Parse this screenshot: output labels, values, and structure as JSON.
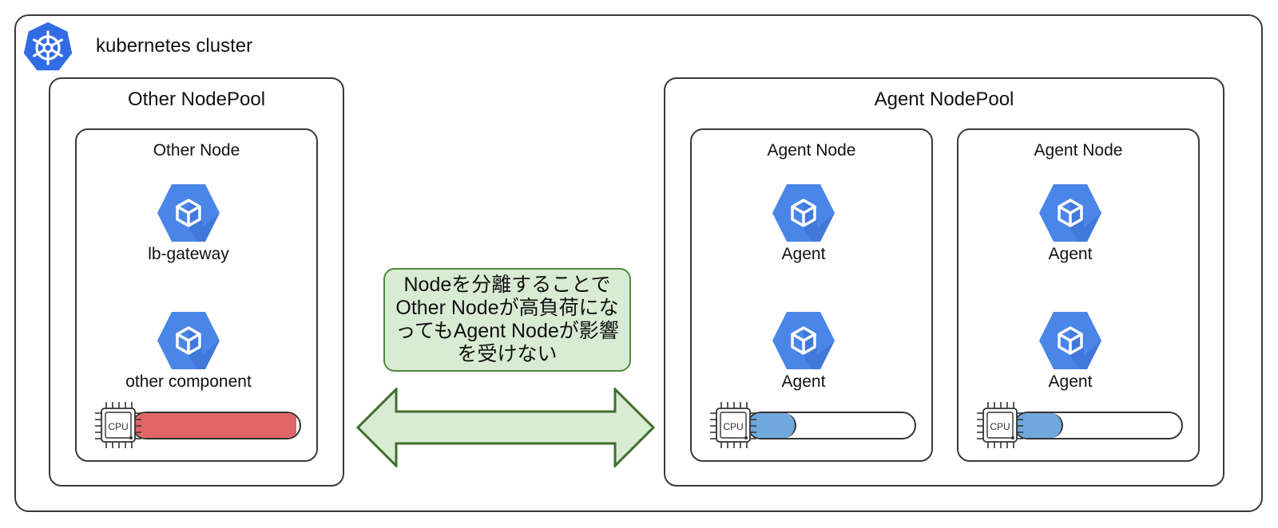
{
  "cluster": {
    "title": "kubernetes cluster",
    "logo_icon": "kubernetes-helm-icon",
    "logo_color": "#326ce5"
  },
  "other_pool": {
    "title": "Other NodePool",
    "node": {
      "title": "Other Node",
      "components": [
        {
          "label": "lb-gateway",
          "icon": "pod-hexagon-icon"
        },
        {
          "label": "other component",
          "icon": "pod-hexagon-icon"
        }
      ],
      "cpu": {
        "icon_label": "CPU",
        "load_fraction": 0.98,
        "color": "#e06666"
      }
    }
  },
  "agent_pool": {
    "title": "Agent NodePool",
    "nodes": [
      {
        "title": "Agent Node",
        "components": [
          {
            "label": "Agent",
            "icon": "pod-hexagon-icon"
          },
          {
            "label": "Agent",
            "icon": "pod-hexagon-icon"
          }
        ],
        "cpu": {
          "icon_label": "CPU",
          "load_fraction": 0.28,
          "color": "#6fa8dc"
        }
      },
      {
        "title": "Agent Node",
        "components": [
          {
            "label": "Agent",
            "icon": "pod-hexagon-icon"
          },
          {
            "label": "Agent",
            "icon": "pod-hexagon-icon"
          }
        ],
        "cpu": {
          "icon_label": "CPU",
          "load_fraction": 0.28,
          "color": "#6fa8dc"
        }
      }
    ]
  },
  "callout": {
    "text": "Nodeを分離することでOther Nodeが高負荷になってもAgent Nodeが影響を受けない",
    "fill": "#d8ecd3",
    "border": "#4f8a3a"
  },
  "arrow": {
    "icon": "double-headed-arrow-icon",
    "fill": "#d8ecd3",
    "stroke": "#3f6e2d"
  },
  "colors": {
    "pod": "#4a86e8",
    "border": "#3a3a3a"
  }
}
